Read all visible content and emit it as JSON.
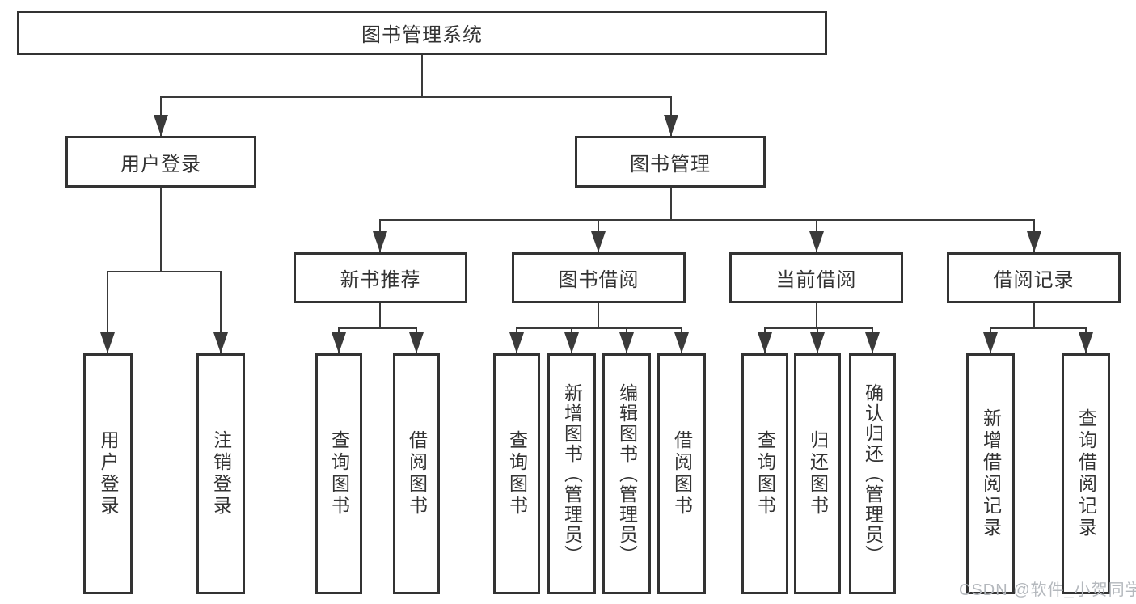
{
  "diagram_title": "图书管理系统",
  "tree": {
    "root": {
      "label": "图书管理系统"
    },
    "level2": [
      {
        "label": "用户登录",
        "children": [
          {
            "label": "用户登录"
          },
          {
            "label": "注销登录"
          }
        ]
      },
      {
        "label": "图书管理"
      }
    ],
    "level3": [
      {
        "label": "新书推荐",
        "children": [
          {
            "label": "查询图书"
          },
          {
            "label": "借阅图书"
          }
        ]
      },
      {
        "label": "图书借阅",
        "children": [
          {
            "label": "查询图书"
          },
          {
            "label": "新增图书（管理员）"
          },
          {
            "label": "编辑图书（管理员）"
          },
          {
            "label": "借阅图书"
          }
        ]
      },
      {
        "label": "当前借阅",
        "children": [
          {
            "label": "查询图书"
          },
          {
            "label": "归还图书"
          },
          {
            "label": "确认归还（管理员）"
          }
        ]
      },
      {
        "label": "借阅记录",
        "children": [
          {
            "label": "新增借阅记录"
          },
          {
            "label": "查询借阅记录"
          }
        ]
      }
    ]
  },
  "watermark": {
    "text": "CSDN @软件_小贺同学"
  },
  "colors": {
    "line": "#3a3a3a",
    "border": "#333333",
    "text": "#333333",
    "background": "#ffffff",
    "watermark": "#b4b8bd"
  }
}
